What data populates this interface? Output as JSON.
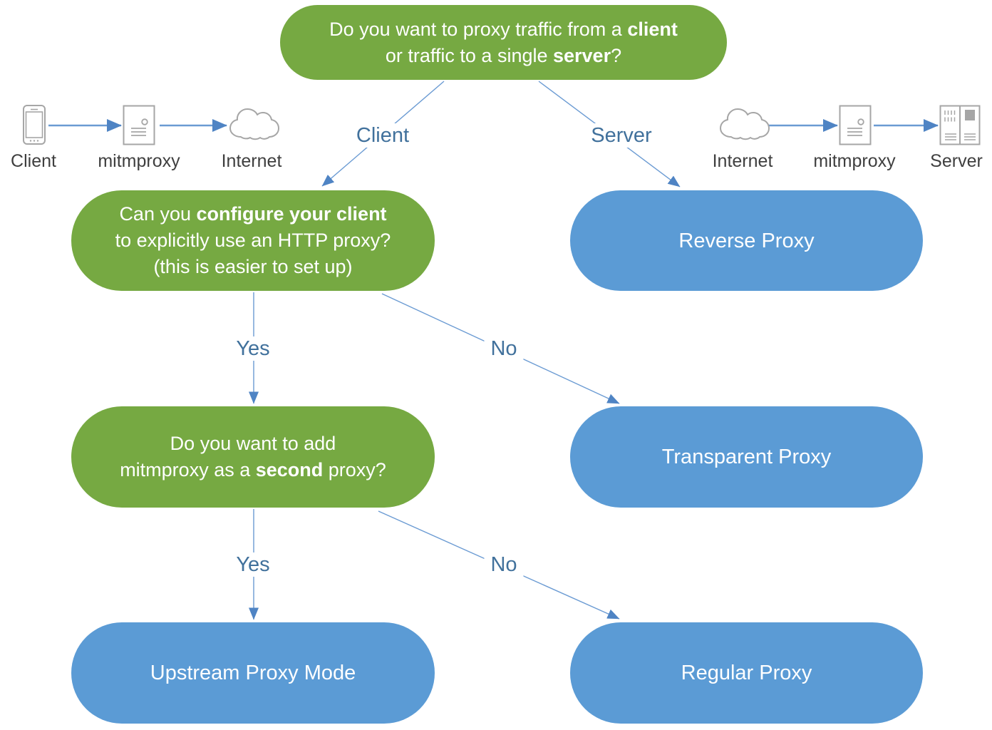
{
  "colors": {
    "green": "#76A942",
    "blue": "#5B9BD5",
    "line": "#6B9BD3",
    "arrow": "#4F84C4",
    "edge_label": "#41719C",
    "caption": "#3F3F3F",
    "icon_stroke": "#A6A6A6",
    "box_text": "#FFFFFF"
  },
  "flow": {
    "q_top": {
      "l1a": "Do you want to proxy traffic from a ",
      "l1b": "client",
      "l2a": "or traffic to a single ",
      "l2b": "server",
      "l2c": "?"
    },
    "branch_client": "Client",
    "branch_server": "Server",
    "q_http": {
      "l1a": "Can you ",
      "l1b": "configure your client",
      "l2": "to explicitly use an HTTP proxy?",
      "l3": "(this is easier to set up)"
    },
    "reverse_proxy": "Reverse Proxy",
    "yes1": "Yes",
    "no1": "No",
    "q_second": {
      "l1": "Do you want to add",
      "l2a": "mitmproxy as a ",
      "l2b": "second",
      "l2c": " proxy?"
    },
    "transparent_proxy": "Transparent Proxy",
    "yes2": "Yes",
    "no2": "No",
    "upstream_proxy": "Upstream Proxy Mode",
    "regular_proxy": "Regular Proxy"
  },
  "icon_flows": {
    "left": {
      "labels": [
        "Client",
        "mitmproxy",
        "Internet"
      ]
    },
    "right": {
      "labels": [
        "Internet",
        "mitmproxy",
        "Server"
      ]
    }
  }
}
